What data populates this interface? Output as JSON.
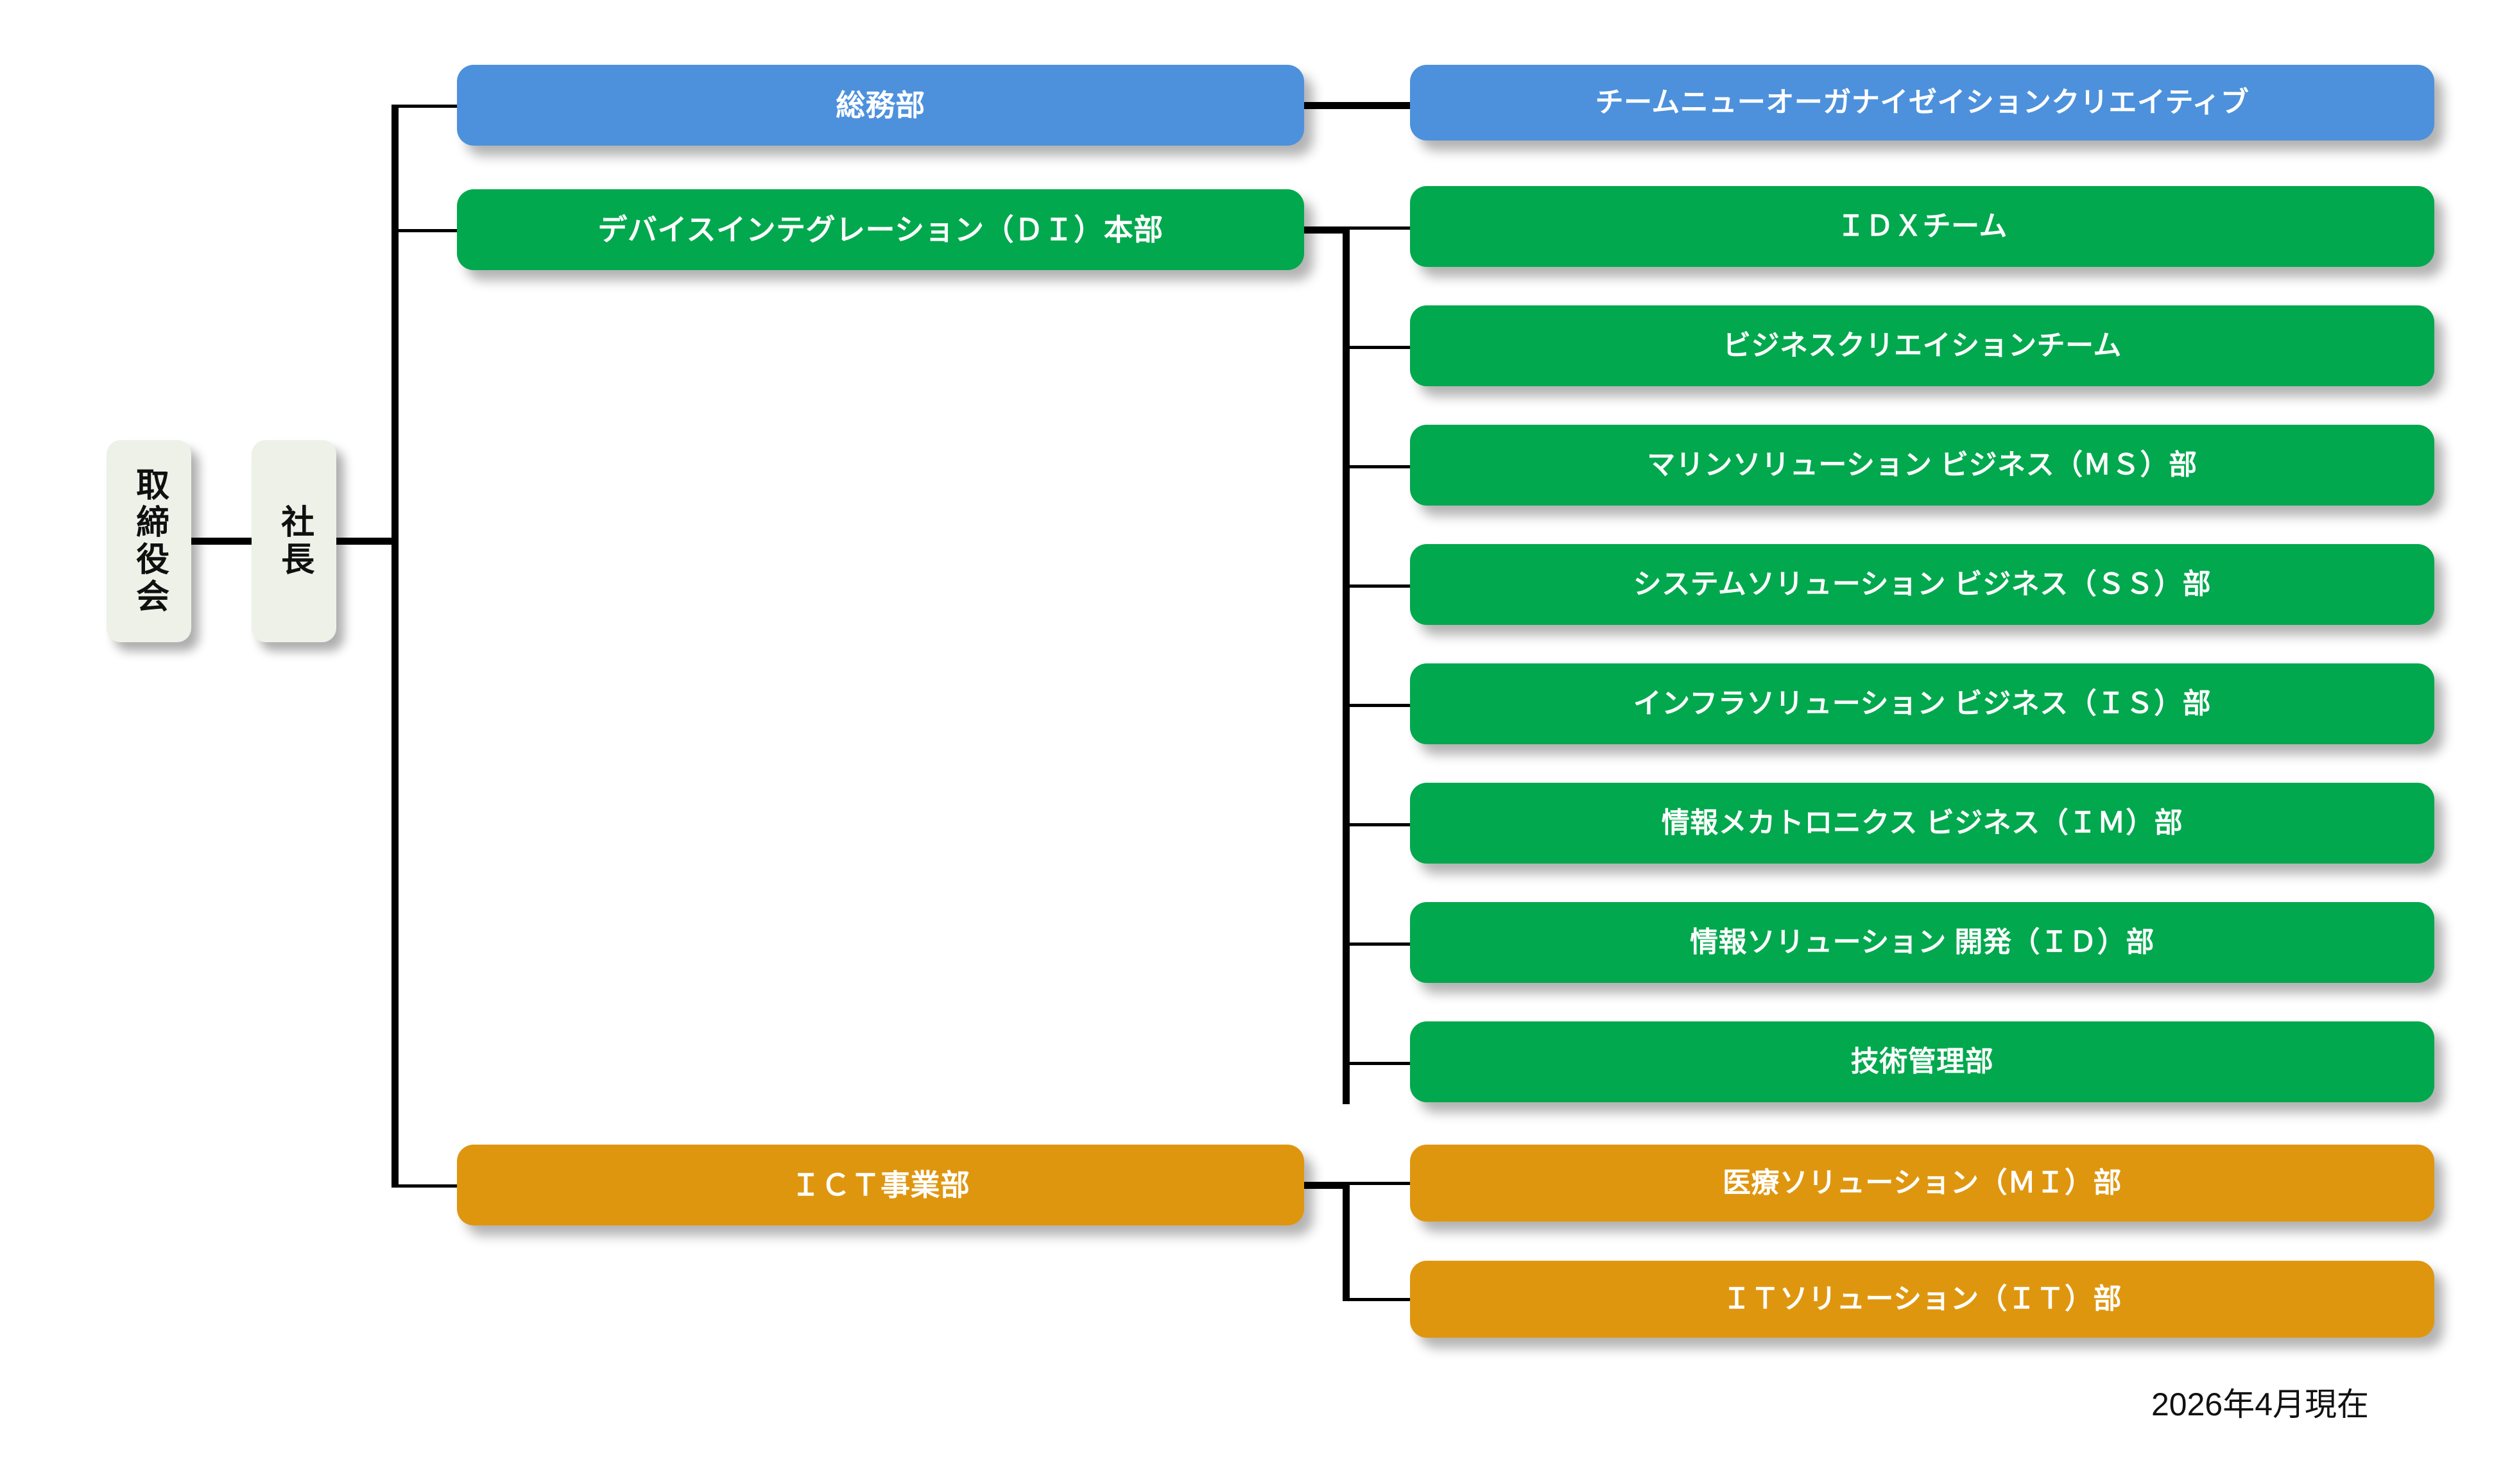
{
  "chart_data": {
    "type": "diagram",
    "title": "",
    "orientation": "left-to-right organization chart"
  },
  "executive": {
    "board": {
      "label": "取締役会"
    },
    "president": {
      "label": "社長"
    }
  },
  "divisions": [
    {
      "label": "総務部",
      "color": "#4d91dc",
      "kind": "blue"
    },
    {
      "label": "デバイスインテグレーション（ＤＩ）本部",
      "color": "#01a84d",
      "kind": "green"
    },
    {
      "label": "ＩＣＴ事業部",
      "color": "#df960f",
      "kind": "orange"
    }
  ],
  "departments": {
    "general_affairs": [
      {
        "label": "チームニューオーガナイゼイションクリエイティブ",
        "color": "#4d91dc",
        "kind": "blue"
      }
    ],
    "device_integration": [
      {
        "label": "ＩＤＸチーム",
        "color": "#01a84d",
        "kind": "green"
      },
      {
        "label": "ビジネスクリエイションチーム",
        "color": "#01a84d",
        "kind": "green"
      },
      {
        "label": "マリンソリューション ビジネス（ＭＳ）部",
        "color": "#01a84d",
        "kind": "green"
      },
      {
        "label": "システムソリューション ビジネス（ＳＳ）部",
        "color": "#01a84d",
        "kind": "green"
      },
      {
        "label": "インフラソリューション ビジネス（ＩＳ）部",
        "color": "#01a84d",
        "kind": "green"
      },
      {
        "label": "情報メカトロニクス ビジネス（ＩＭ）部",
        "color": "#01a84d",
        "kind": "green"
      },
      {
        "label": "情報ソリューション 開発（ＩＤ）部",
        "color": "#01a84d",
        "kind": "green"
      },
      {
        "label": "技術管理部",
        "color": "#01a84d",
        "kind": "green"
      }
    ],
    "ict": [
      {
        "label": "医療ソリューション（ＭＩ）部",
        "color": "#df960f",
        "kind": "orange"
      },
      {
        "label": "ＩＴソリューション（ＩＴ）部",
        "color": "#df960f",
        "kind": "orange"
      }
    ]
  },
  "footer": {
    "as_of": "2026年4月現在"
  },
  "palette": {
    "blue": "#4d91dc",
    "green": "#01a84d",
    "orange": "#df960f",
    "exec_box": "#edf1e8",
    "line": "#000000",
    "box_text": "#ffffff",
    "exec_text": "#101010"
  }
}
